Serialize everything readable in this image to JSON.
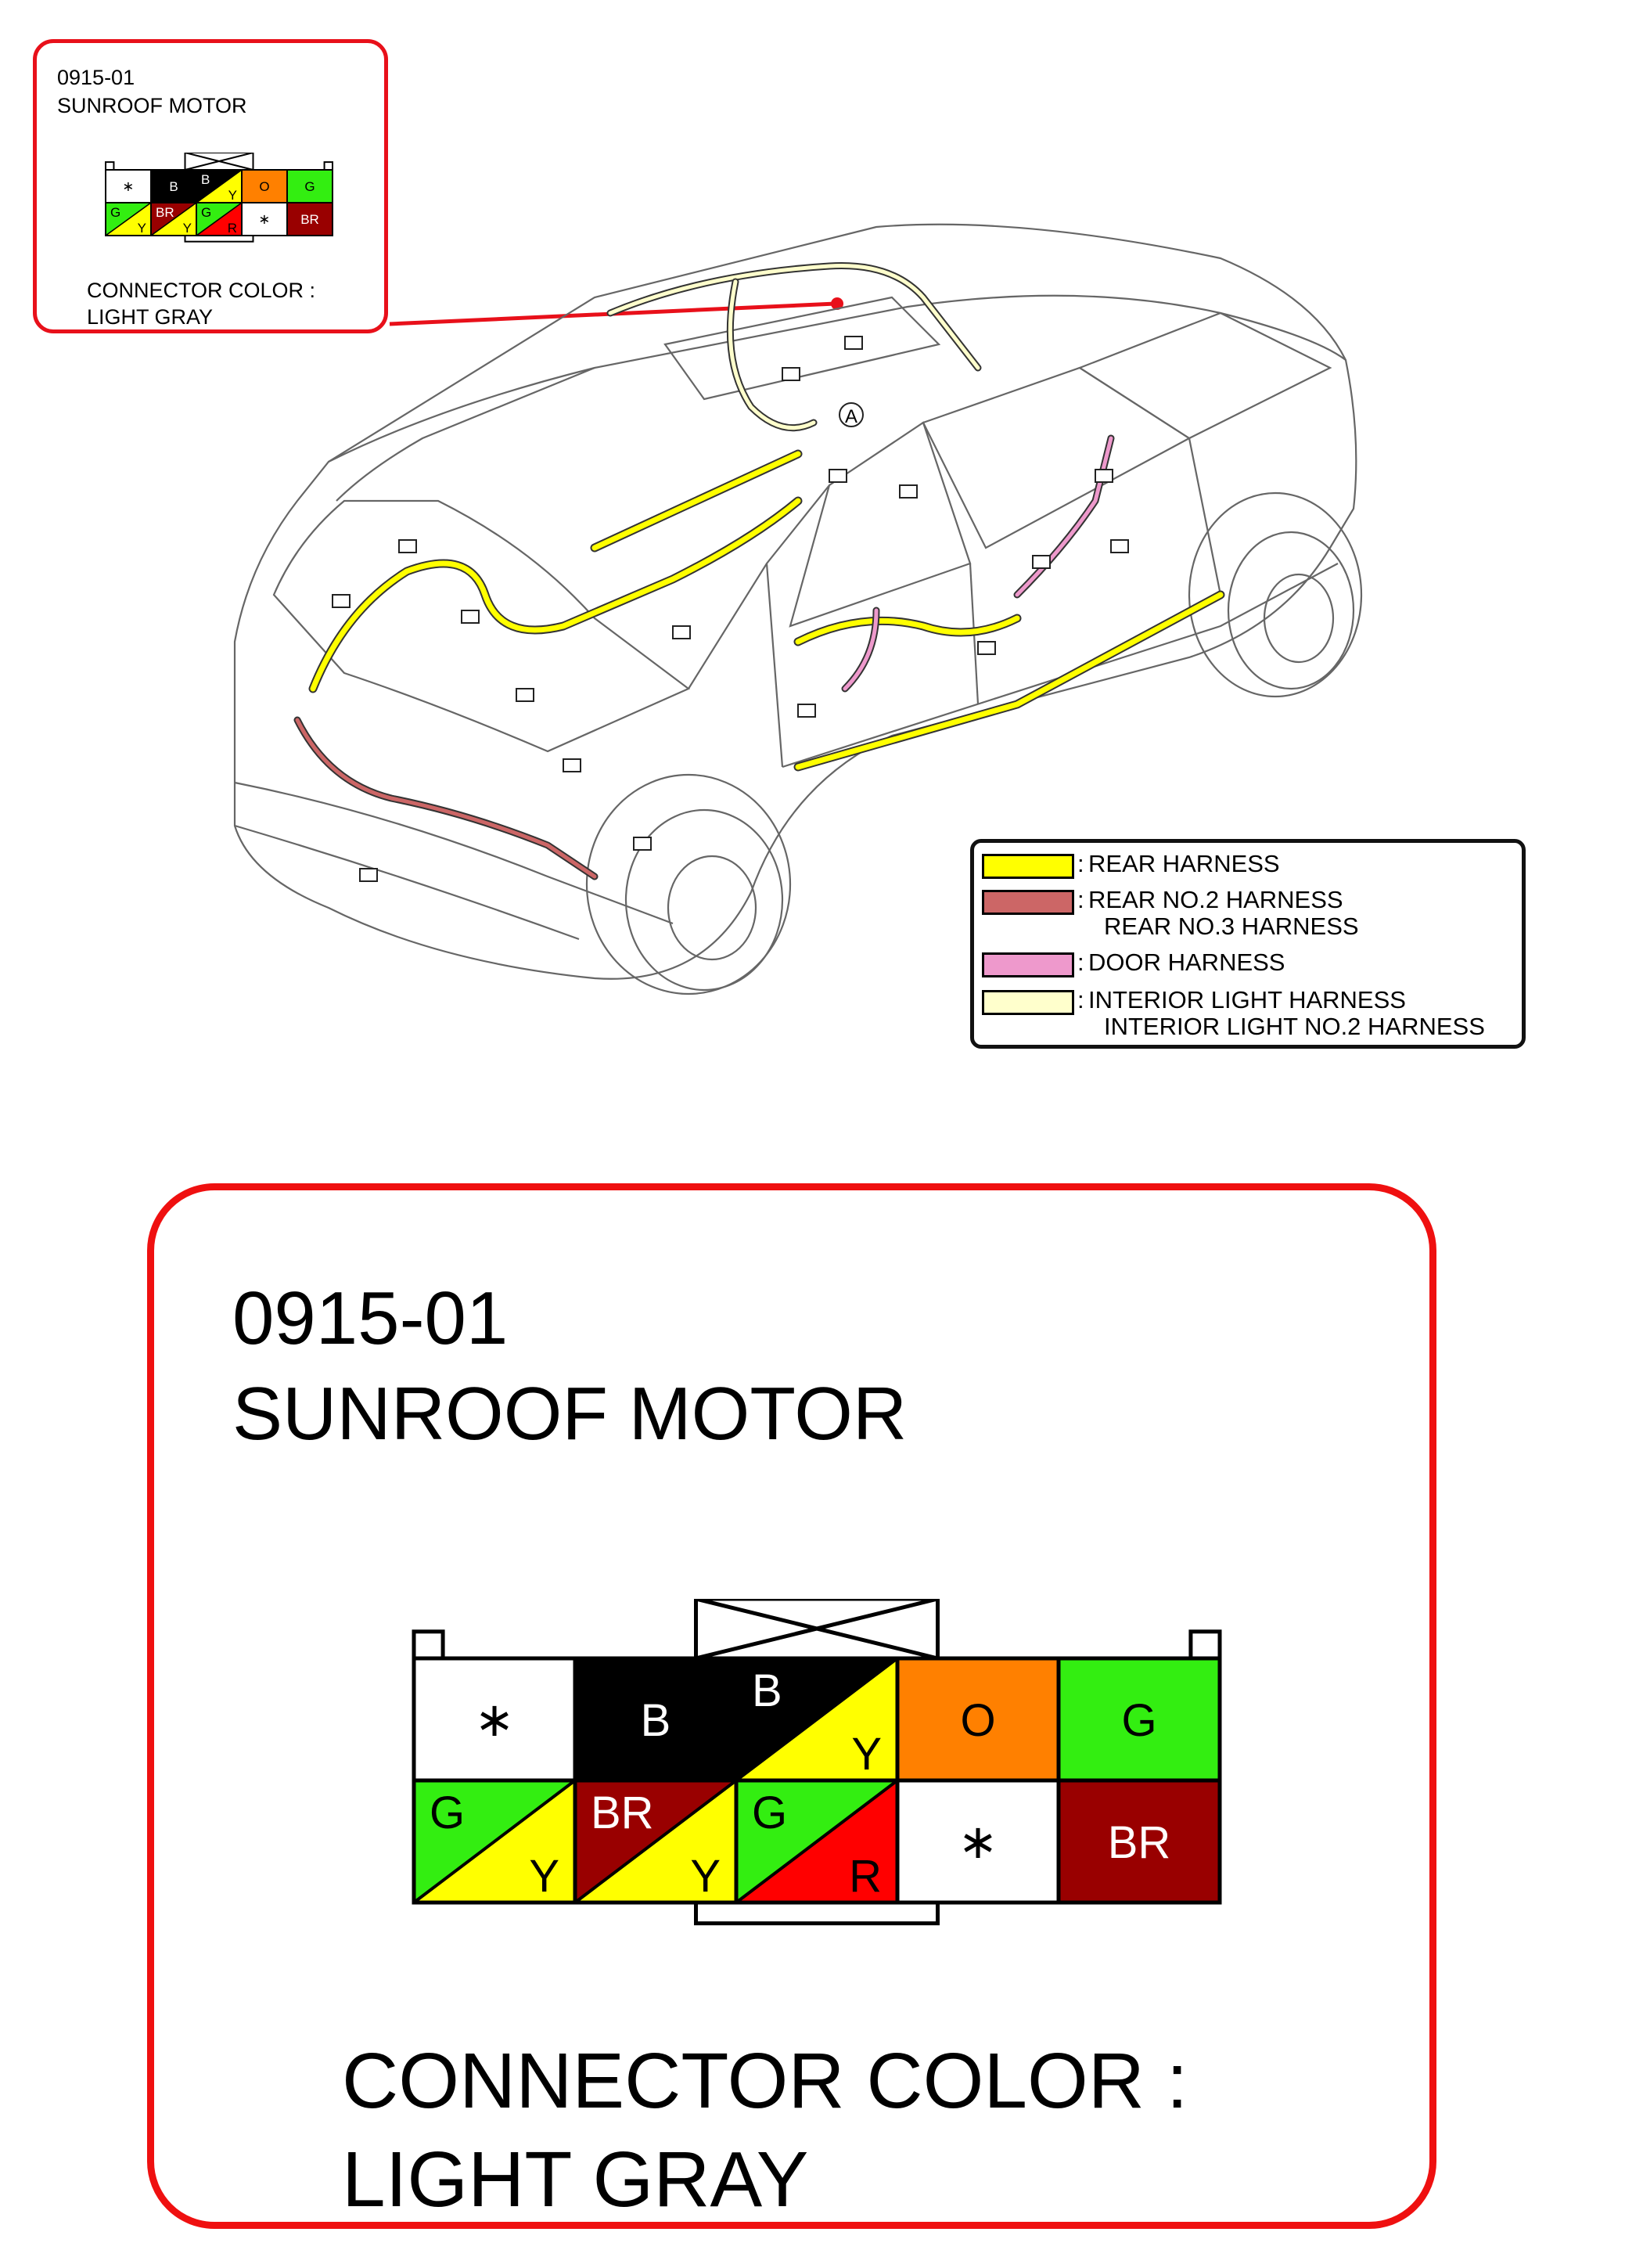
{
  "connector": {
    "code": "0915-01",
    "name": "SUNROOF MOTOR",
    "color_label": "CONNECTOR COLOR :",
    "color_value": "LIGHT GRAY",
    "pins": [
      {
        "row": 1,
        "col": 1,
        "type": "blank",
        "mark": "∗"
      },
      {
        "row": 1,
        "col": 2,
        "type": "solid",
        "color": "#000000",
        "label": "B"
      },
      {
        "row": 1,
        "col": 3,
        "type": "split",
        "top_color": "#000000",
        "top_label": "B",
        "bottom_color": "#ffff00",
        "bottom_label": "Y"
      },
      {
        "row": 1,
        "col": 4,
        "type": "solid",
        "color": "#ff8000",
        "label": "O"
      },
      {
        "row": 1,
        "col": 5,
        "type": "solid",
        "color": "#33ee11",
        "label": "G"
      },
      {
        "row": 2,
        "col": 1,
        "type": "split",
        "top_color": "#33ee11",
        "top_label": "G",
        "bottom_color": "#ffff00",
        "bottom_label": "Y"
      },
      {
        "row": 2,
        "col": 2,
        "type": "split",
        "top_color": "#990000",
        "top_label": "BR",
        "bottom_color": "#ffff00",
        "bottom_label": "Y"
      },
      {
        "row": 2,
        "col": 3,
        "type": "split",
        "top_color": "#33ee11",
        "top_label": "G",
        "bottom_color": "#ff0000",
        "bottom_label": "R"
      },
      {
        "row": 2,
        "col": 4,
        "type": "blank",
        "mark": "∗"
      },
      {
        "row": 2,
        "col": 5,
        "type": "solid",
        "color": "#990000",
        "label": "BR"
      }
    ]
  },
  "legend": [
    {
      "color": "#ffff00",
      "lines": [
        "REAR HARNESS"
      ]
    },
    {
      "color": "#cc6666",
      "lines": [
        "REAR NO.2 HARNESS",
        "REAR NO.3 HARNESS"
      ]
    },
    {
      "color": "#ee99cc",
      "lines": [
        "DOOR HARNESS"
      ]
    },
    {
      "color": "#ffffcc",
      "lines": [
        "INTERIOR LIGHT HARNESS",
        "INTERIOR LIGHT NO.2 HARNESS"
      ]
    }
  ],
  "car_marker": "A",
  "colors": {
    "callout_border": "#ee1111",
    "rear_harness": "#ffff00",
    "rear_no2_harness": "#cc6666",
    "door_harness": "#ee99cc",
    "interior_light_harness": "#ffffcc"
  }
}
